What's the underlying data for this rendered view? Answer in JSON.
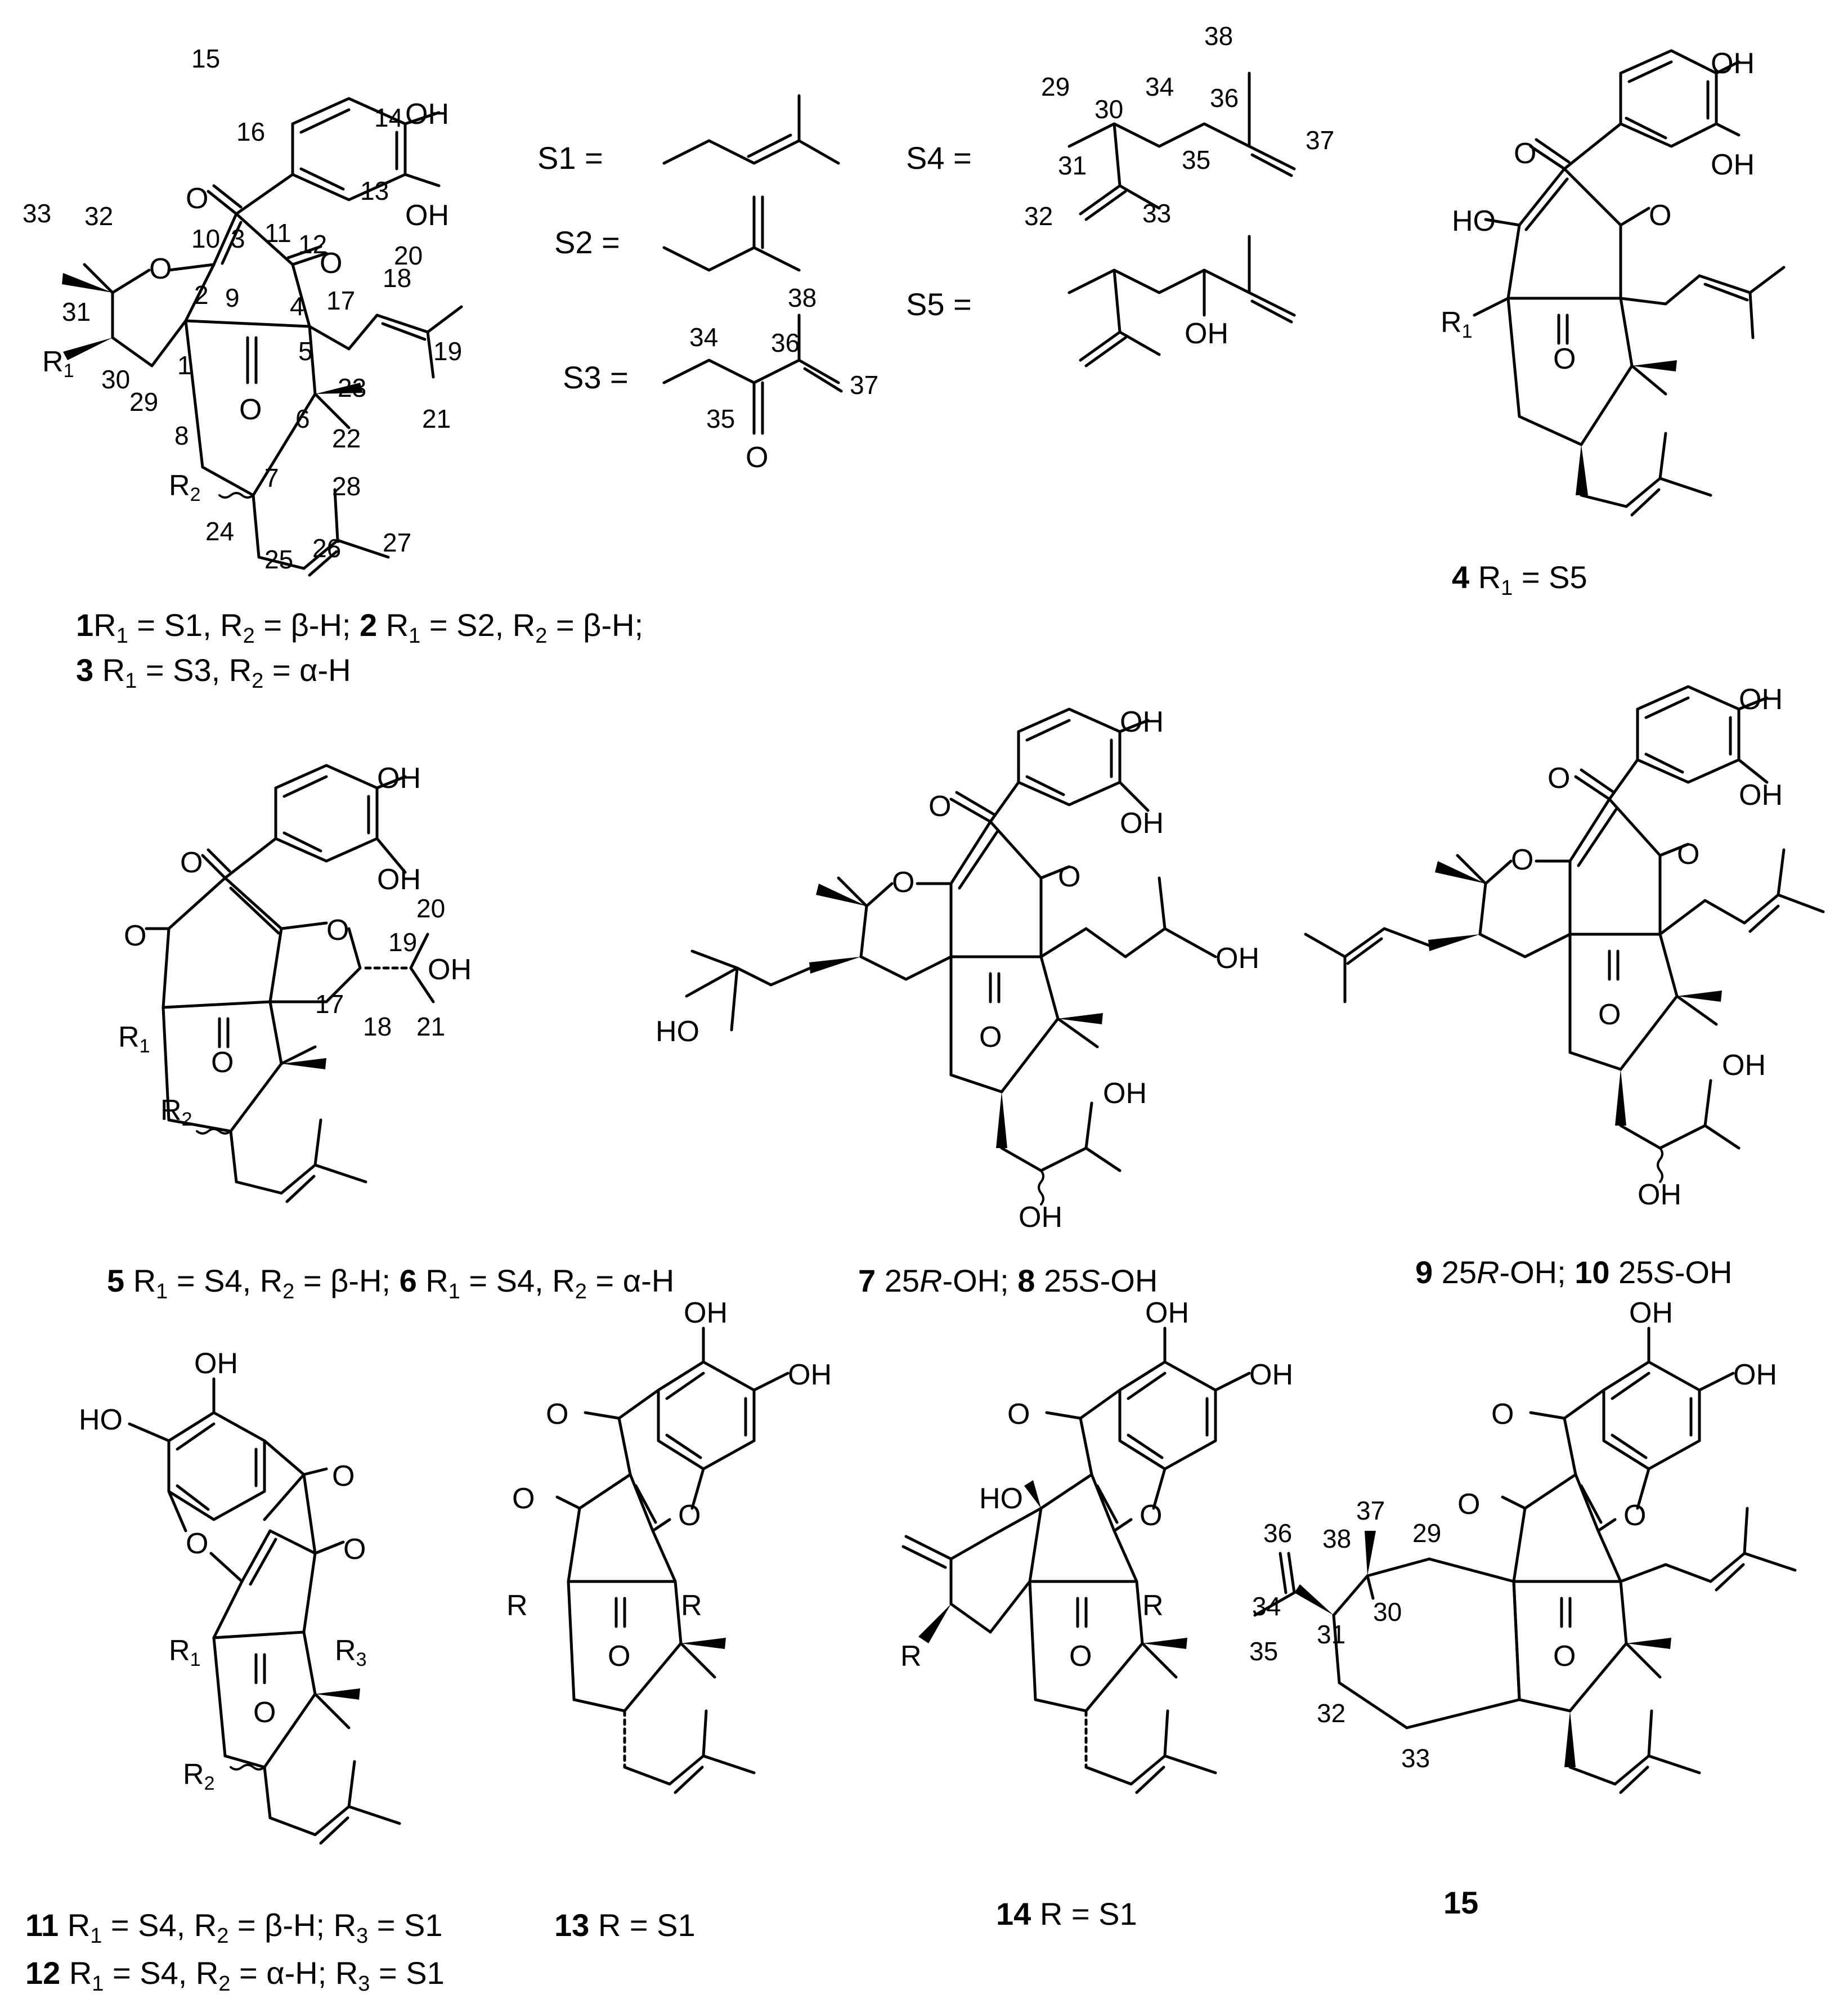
{
  "substituents": [
    {
      "id": "S1",
      "label": "S1 ="
    },
    {
      "id": "S2",
      "label": "S2 ="
    },
    {
      "id": "S3",
      "label": "S3 =",
      "numbers": [
        "34",
        "35",
        "36",
        "37",
        "38"
      ],
      "atoms": [
        "O"
      ]
    },
    {
      "id": "S4",
      "label": "S4 =",
      "numbers": [
        "29",
        "30",
        "31",
        "32",
        "33",
        "34",
        "35",
        "36",
        "37",
        "38"
      ]
    },
    {
      "id": "S5",
      "label": "S5 =",
      "atoms": [
        "OH"
      ]
    }
  ],
  "compound_a": {
    "numbers": [
      "1",
      "2",
      "3",
      "4",
      "5",
      "6",
      "7",
      "8",
      "9",
      "10",
      "11",
      "12",
      "13",
      "14",
      "15",
      "16",
      "17",
      "18",
      "19",
      "20",
      "21",
      "22",
      "23",
      "24",
      "25",
      "26",
      "27",
      "28",
      "29",
      "30",
      "31",
      "32",
      "33"
    ],
    "atoms": [
      "OH",
      "OH",
      "O",
      "O",
      "O",
      "O",
      "R1",
      "R2"
    ]
  },
  "compound_5": {
    "numbers": [
      "17",
      "18",
      "19",
      "20",
      "21"
    ],
    "atoms": [
      "OH",
      "OH",
      "O",
      "O",
      "O",
      "O",
      "OH",
      "R1",
      "R2"
    ]
  },
  "captions": {
    "c1": {
      "n1": "1",
      "t1": "R",
      "s1": "1",
      "t2": " = S1, R",
      "s2": "2",
      "t3": " = β-H; ",
      "n2": "2",
      "t4": " R",
      "s3": "1",
      "t5": " = S2, R",
      "s4": "2",
      "t6": " = β-H;"
    },
    "c2": {
      "n1": "3",
      "t1": " R",
      "s1": "1",
      "t2": " = S3, R",
      "s2": "2",
      "t3": " = α-H"
    },
    "c3": {
      "n1": "4",
      "t1": " R",
      "s1": "1",
      "t2": " = S5"
    },
    "c4": {
      "n1": "5",
      "t1": " R",
      "s1": "1",
      "t2": " = S4, R",
      "s2": "2",
      "t3": " = β-H; ",
      "n2": "6",
      "t4": " R",
      "s3": "1",
      "t5": " = S4, R",
      "s4": "2",
      "t6": " = α-H"
    },
    "c5": {
      "n1": "7",
      "t1": " 25",
      "i1": "R",
      "t2": "-OH; ",
      "n2": "8",
      "t3": " 25",
      "i2": "S",
      "t4": "-OH"
    },
    "c6": {
      "n1": "9",
      "t1": " 25",
      "i1": "R",
      "t2": "-OH; ",
      "n2": "10",
      "t3": " 25",
      "i2": "S",
      "t4": "-OH"
    },
    "c7": {
      "n1": "11",
      "t1": " R",
      "s1": "1",
      "t2": " = S4, R",
      "s2": "2",
      "t3": " = β-H; R",
      "s3": "3",
      "t4": " = S1"
    },
    "c8": {
      "n1": "12",
      "t1": " R",
      "s1": "1",
      "t2": " = S4, R",
      "s2": "2",
      "t3": " = α-H; R",
      "s3": "3",
      "t4": " = S1"
    },
    "c9": {
      "n1": "13",
      "t1": " R = S1"
    },
    "c10": {
      "n1": "14",
      "t1": " R = S1"
    },
    "c11": {
      "n1": "15"
    }
  }
}
